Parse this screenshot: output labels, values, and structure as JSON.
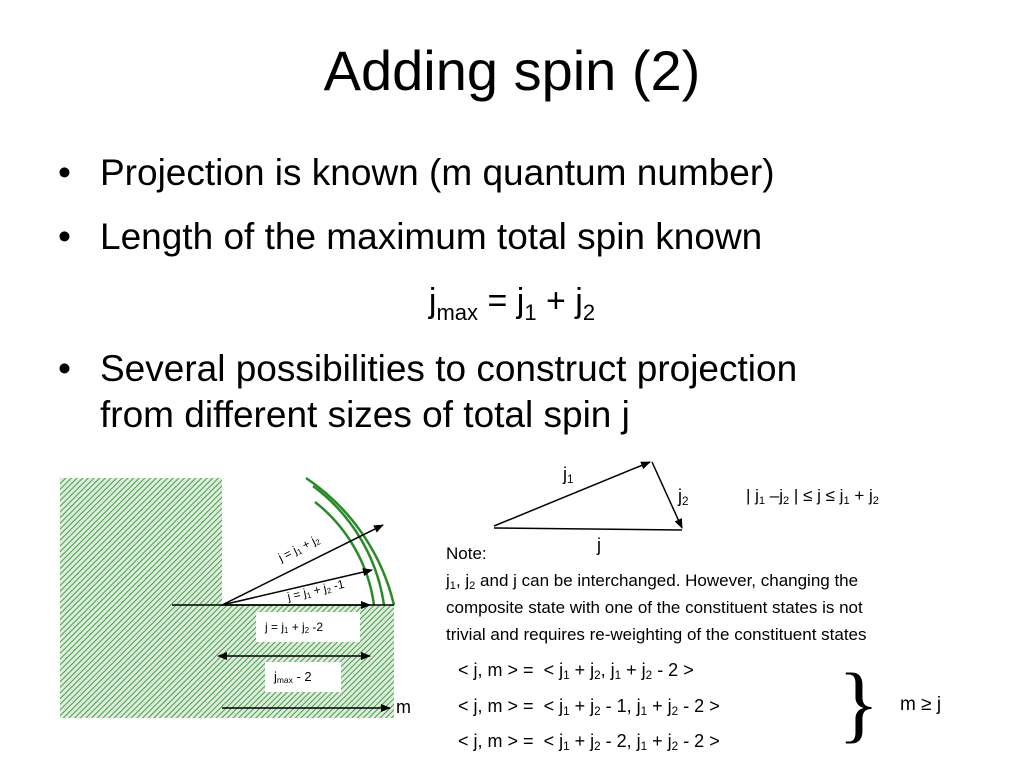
{
  "slide": {
    "title": "Adding spin (2)",
    "bullets": [
      "Projection is known (m quantum number)",
      "Length of the maximum total spin known",
      "Several possibilities to construct projection",
      "from different sizes of total spin j"
    ],
    "bullet_symbol": "•",
    "equation": {
      "j": "j",
      "max": "max",
      "eq": " = j",
      "one": "1",
      "plus": " + j",
      "two": "2"
    }
  },
  "triangle": {
    "j1": "j",
    "j1sub": "1",
    "j2": "j",
    "j2sub": "2",
    "j": "j",
    "ineq": {
      "a": "| j",
      "a_sub": "1",
      "b": " –j",
      "b_sub": "2",
      "c": " | ≤ j ≤ j",
      "c_sub": "1",
      "d": " + j",
      "d_sub": "2"
    }
  },
  "diagram": {
    "r1": {
      "a": "j = j",
      "a_sub": "1",
      "b": " + j",
      "b_sub": "2"
    },
    "r2": {
      "a": "j = j",
      "a_sub": "1",
      "b": " + j",
      "b_sub": "2",
      "c": " -1"
    },
    "r3": {
      "a": "j = j",
      "a_sub": "1",
      "b": " + j",
      "b_sub": "2",
      "c": " -2"
    },
    "r4": {
      "a": "j",
      "a_sub": "max",
      "b": " - 2"
    },
    "axis": "m",
    "colors": {
      "hatch": "#4a9a4a",
      "arc": "#2a8a2a"
    }
  },
  "note": {
    "heading": "Note:",
    "l1a": "j",
    "l1a_sub": "1",
    "l1b": ", j",
    "l1b_sub": "2",
    "l1c": " and j can be interchanged. However, changing the",
    "l2": "composite state with one of the constituent states is not",
    "l3": "trivial and requires re-weighting of the constituent states"
  },
  "states": [
    {
      "lhs": "< j, m > =",
      "a": "< j",
      "s1": "1",
      "b": " + j",
      "s2": "2",
      "c": ", j",
      "s3": "1",
      "d": " + j",
      "s4": "2",
      "e": " - 2 >"
    },
    {
      "lhs": "< j, m > =",
      "a": "< j",
      "s1": "1",
      "b": " + j",
      "s2": "2",
      "c": " - 1, j",
      "s3": "1",
      "d": " + j",
      "s4": "2",
      "e": " - 2 >"
    },
    {
      "lhs": "< j, m > =",
      "a": "< j",
      "s1": "1",
      "b": " + j",
      "s2": "2",
      "c": " - 2, j",
      "s3": "1",
      "d": " + j",
      "s4": "2",
      "e": " - 2 >"
    }
  ],
  "brace": "}",
  "condition": "m ≥ j"
}
